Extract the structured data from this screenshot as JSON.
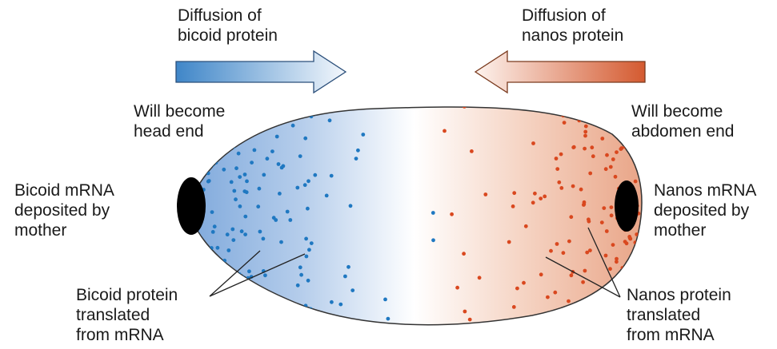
{
  "labels": {
    "diffusion_bicoid": [
      "Diffusion of",
      "bicoid protein"
    ],
    "diffusion_nanos": [
      "Diffusion of",
      "nanos protein"
    ],
    "head_end": [
      "Will become",
      "head end"
    ],
    "abdomen_end": [
      "Will become",
      "abdomen end"
    ],
    "bicoid_mrna": [
      "Bicoid mRNA",
      "deposited by",
      "mother"
    ],
    "nanos_mrna": [
      "Nanos mRNA",
      "deposited by",
      "mother"
    ],
    "bicoid_protein": [
      "Bicoid protein",
      "translated",
      "from mRNA"
    ],
    "nanos_protein": [
      "Nanos protein",
      "translated",
      "from mRNA"
    ]
  },
  "colors": {
    "bicoid": "#1f78c1",
    "nanos": "#d9481f",
    "bicoid_gradient": "#6a9fd4",
    "nanos_gradient": "#e06c44",
    "outline": "#333333",
    "mrna_cap": "#000000"
  }
}
